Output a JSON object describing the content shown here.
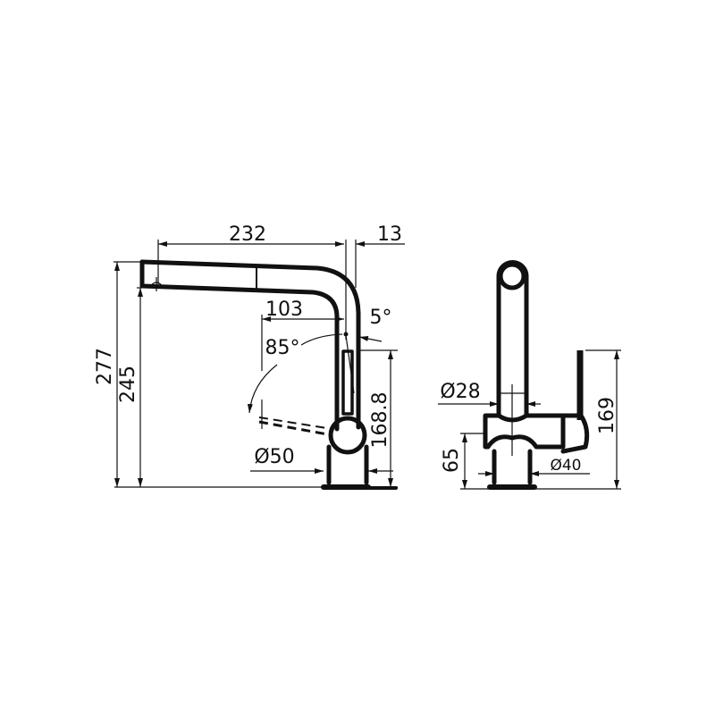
{
  "side_view": {
    "dims": {
      "reach": "232",
      "offset": "13",
      "total_height": "277",
      "spout_height": "245",
      "pullout_reach": "103",
      "tilt_angle": "5°",
      "swing_angle": "85°",
      "lever_height": "168.8",
      "base_diameter": "Ø50"
    }
  },
  "front_view": {
    "dims": {
      "spout_diameter": "Ø28",
      "body_height": "65",
      "base_diameter": "Ø40",
      "lever_height": "169"
    }
  }
}
